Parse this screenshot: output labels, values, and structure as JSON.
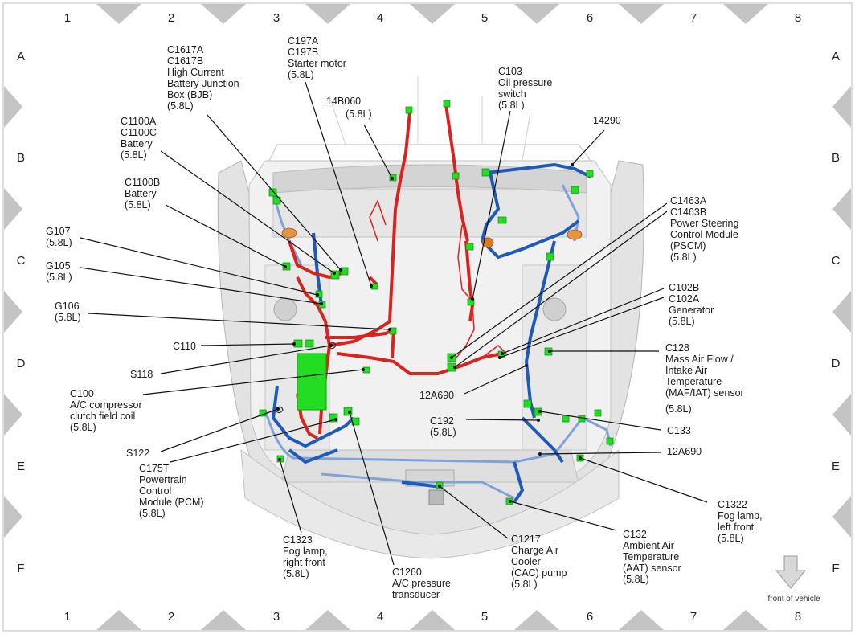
{
  "grid": {
    "columns": [
      "1",
      "2",
      "3",
      "4",
      "5",
      "6",
      "7",
      "8"
    ],
    "rows": [
      "A",
      "B",
      "C",
      "D",
      "E",
      "F"
    ]
  },
  "colors": {
    "harness_red": "#d9231f",
    "harness_blue": "#1e5bb8",
    "harness_lightblue": "#7fa3d6",
    "connector_green": "#22dd22",
    "body_gray": "#d9d9d9",
    "marker_gray": "#c4c4c4"
  },
  "labels": {
    "c197": [
      "C197A",
      "C197B",
      "Starter motor",
      "(5.8L)"
    ],
    "c1617": [
      "C1617A",
      "C1617B",
      "High Current",
      "Battery Junction",
      "Box (BJB)",
      "(5.8L)"
    ],
    "c103": [
      "C103",
      "Oil pressure",
      "switch",
      "(5.8L)"
    ],
    "l14b060": [
      "14B060",
      "(5.8L)"
    ],
    "l14290": [
      "14290"
    ],
    "c1100ac": [
      "C1100A",
      "C1100C",
      "Battery",
      "(5.8L)"
    ],
    "c1100b": [
      "C1100B",
      "Battery",
      "(5.8L)"
    ],
    "g107": [
      "G107",
      "(5.8L)"
    ],
    "g105": [
      "G105",
      "(5.8L)"
    ],
    "g106": [
      "G106",
      "(5.8L)"
    ],
    "c110": [
      "C110"
    ],
    "s118": [
      "S118"
    ],
    "c100": [
      "C100",
      "A/C compressor",
      "clutch field coil",
      "(5.8L)"
    ],
    "s122": [
      "S122"
    ],
    "c175t": [
      "C175T",
      "Powertrain",
      "Control",
      "Module (PCM)",
      "(5.8L)"
    ],
    "c1323": [
      "C1323",
      "Fog lamp,",
      "right front",
      "(5.8L)"
    ],
    "c1260": [
      "C1260",
      "A/C pressure",
      "transducer"
    ],
    "c1217": [
      "C1217",
      "Charge Air",
      "Cooler",
      "(CAC) pump",
      "(5.8L)"
    ],
    "c132": [
      "C132",
      "Ambient Air",
      "Temperature",
      "(AAT) sensor",
      "(5.8L)"
    ],
    "c1322": [
      "C1322",
      "Fog lamp,",
      "left front",
      "(5.8L)"
    ],
    "c1463": [
      "C1463A",
      "C1463B",
      "Power Steering",
      "Control Module",
      "(PSCM)",
      "(5.8L)"
    ],
    "c102": [
      "C102B",
      "C102A",
      "Generator",
      "(5.8L)"
    ],
    "c128": [
      "C128",
      "Mass Air Flow /",
      "Intake Air",
      "Temperature",
      "(MAF/IAT) sensor",
      "(5.8L)"
    ],
    "l12a690_left": [
      "12A690"
    ],
    "c192": [
      "C192",
      "(5.8L)"
    ],
    "c133": [
      "C133"
    ],
    "l12a690_right": [
      "12A690"
    ]
  },
  "front_of_vehicle": "front of vehicle",
  "front_arrow_icon": "down-arrow-icon"
}
